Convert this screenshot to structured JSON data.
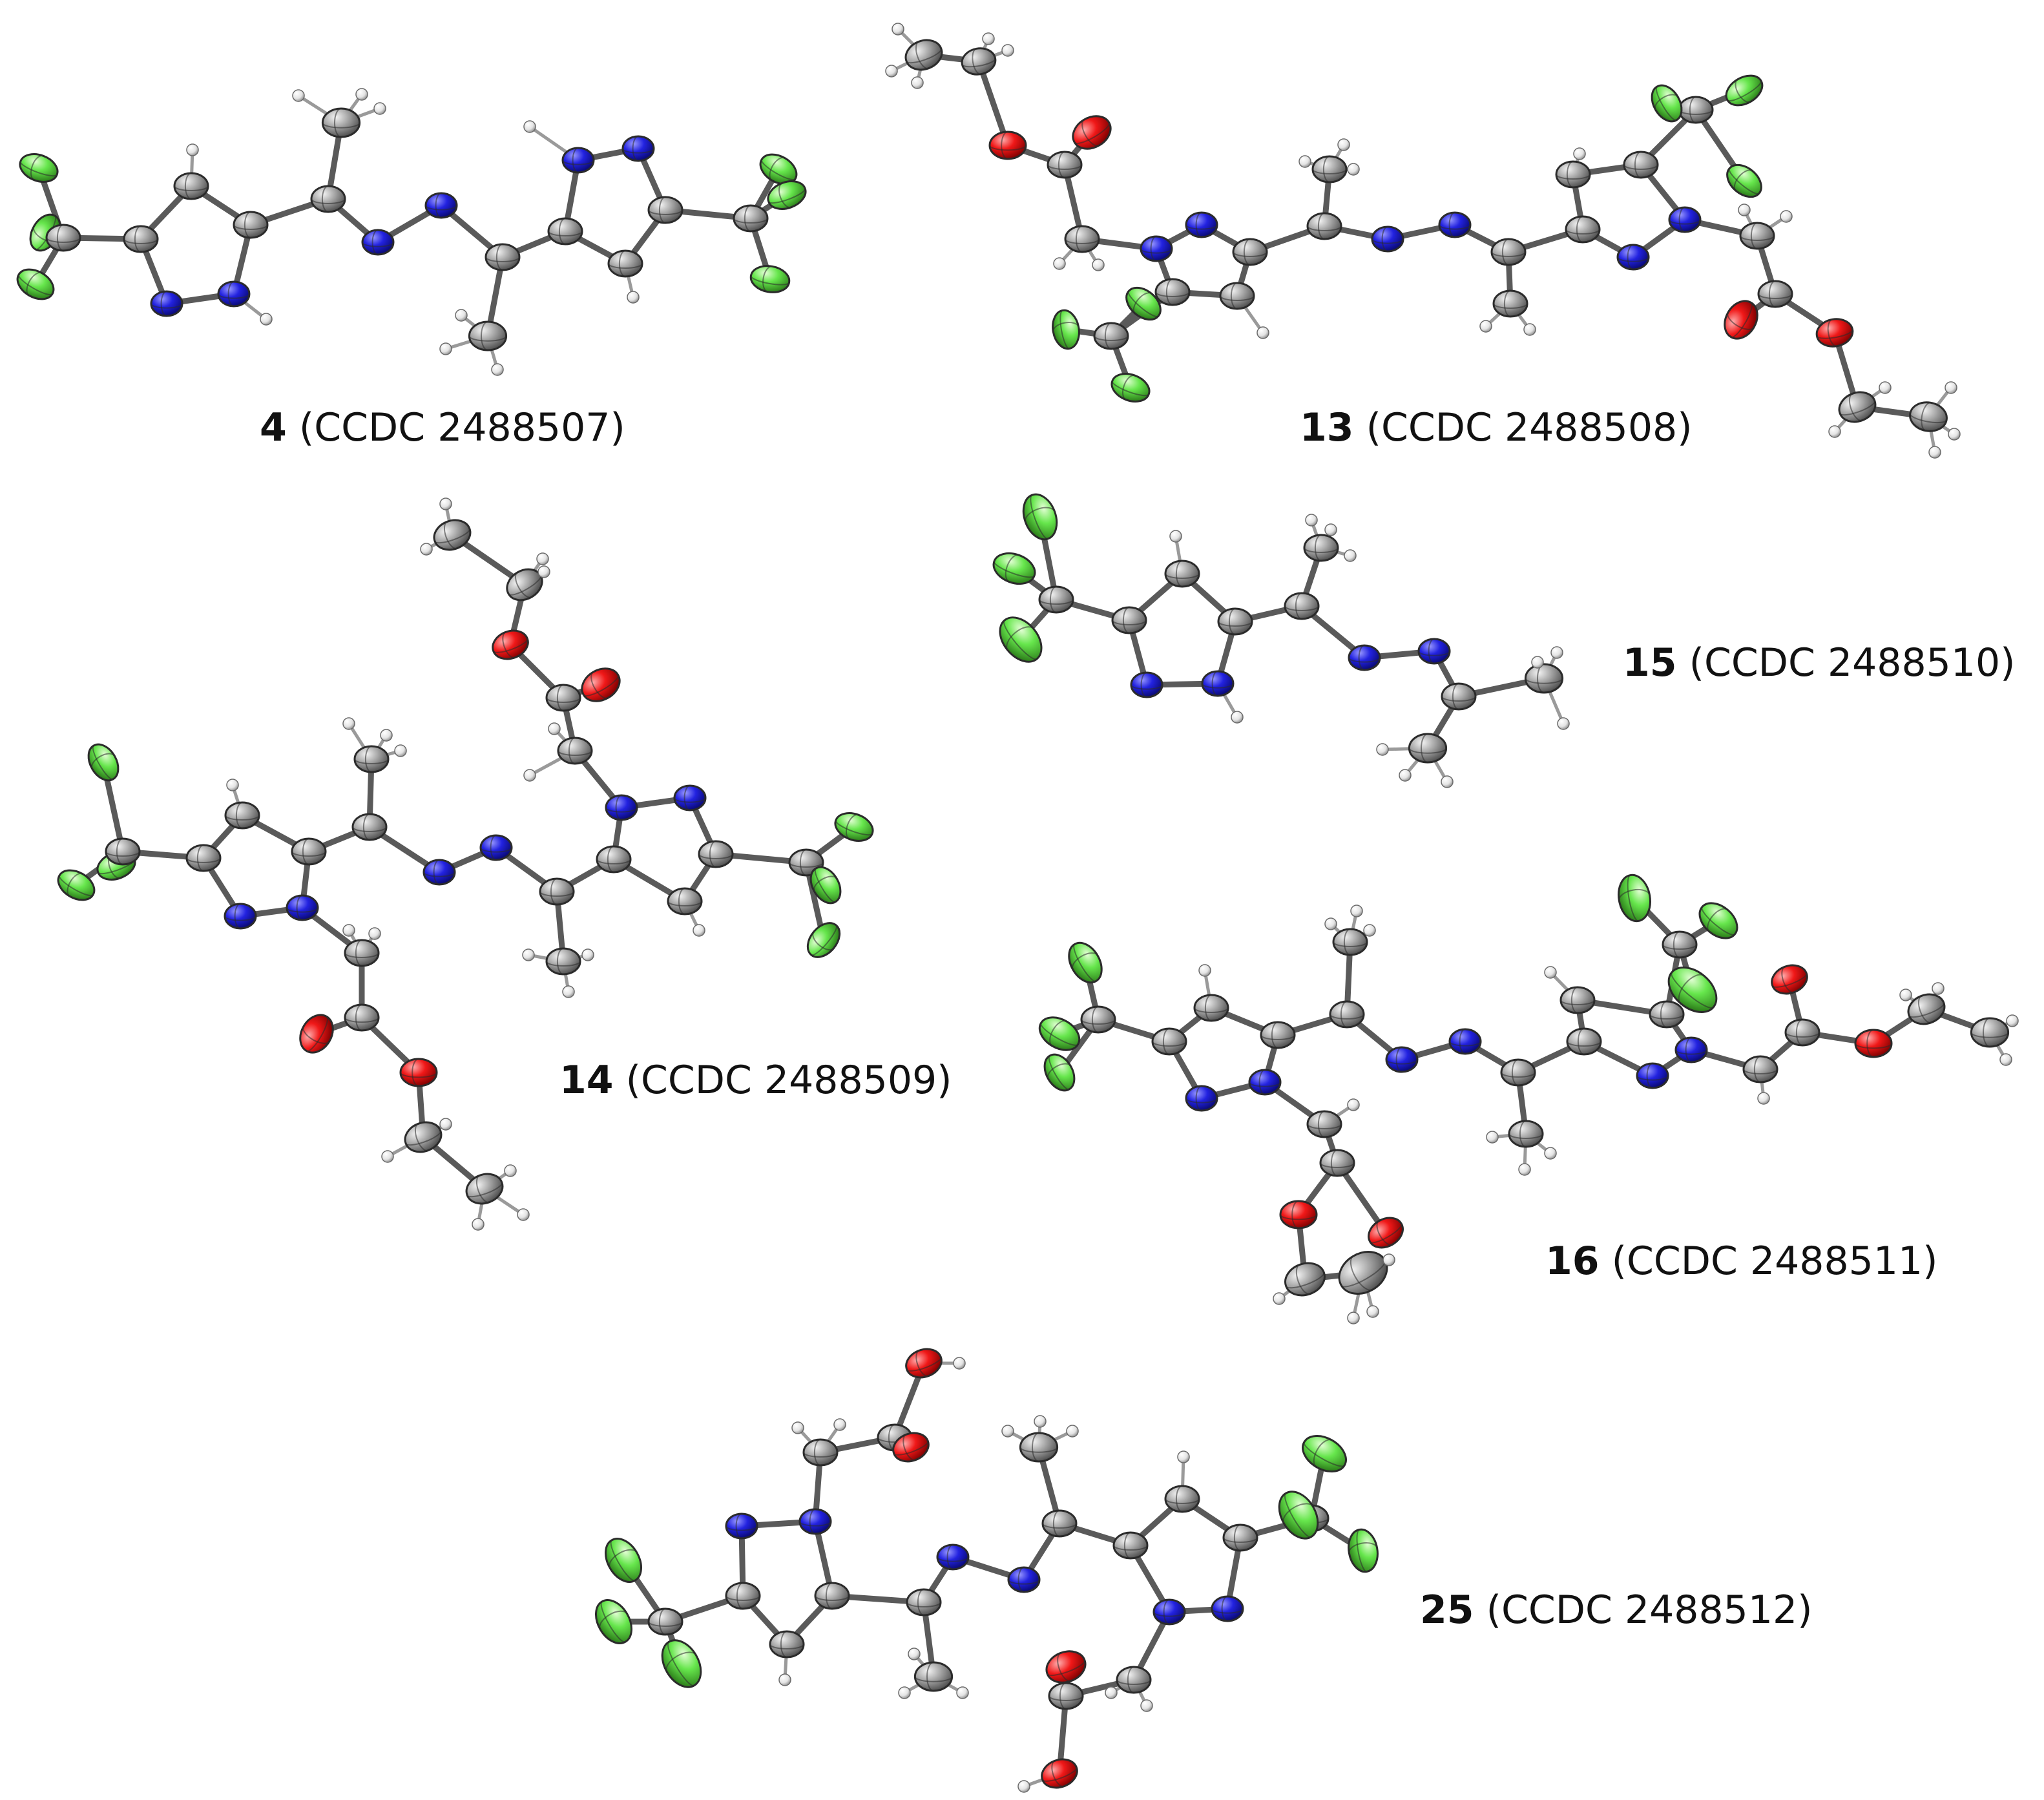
{
  "figure": {
    "atom_colors": {
      "C": "#8f8f8f",
      "N": "#1f1fd6",
      "O": "#e01010",
      "F": "#5fe64a",
      "H": "#f2f2f2"
    },
    "structures": [
      {
        "compound": "4",
        "ccdc": "(CCDC 2488507)"
      },
      {
        "compound": "13",
        "ccdc": "(CCDC 2488508)"
      },
      {
        "compound": "14",
        "ccdc": "(CCDC 2488509)"
      },
      {
        "compound": "15",
        "ccdc": "(CCDC 2488510)"
      },
      {
        "compound": "16",
        "ccdc": "(CCDC 2488511)"
      },
      {
        "compound": "25",
        "ccdc": "(CCDC 2488512)"
      }
    ]
  }
}
